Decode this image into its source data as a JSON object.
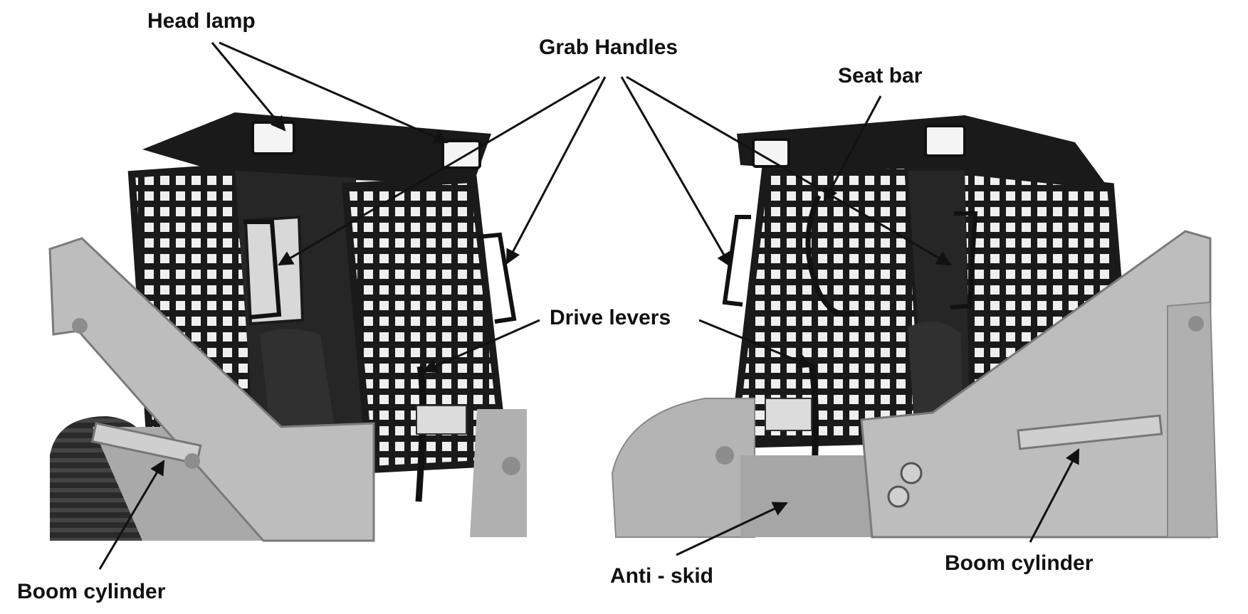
{
  "labels": {
    "head_lamp": "Head lamp",
    "grab_handles": "Grab Handles",
    "seat_bar": "Seat bar",
    "drive_levers": "Drive levers",
    "boom_cylinder_left": "Boom cylinder",
    "anti_skid": "Anti - skid",
    "boom_cylinder_right": "Boom cylinder"
  },
  "colors": {
    "ink": "#111111",
    "machine_body": "#b9b9b9",
    "cab_frame": "#1a1a1a",
    "screen_opening": "#f2f2f2",
    "tire": "#2a2a2a",
    "background": "#ffffff"
  }
}
